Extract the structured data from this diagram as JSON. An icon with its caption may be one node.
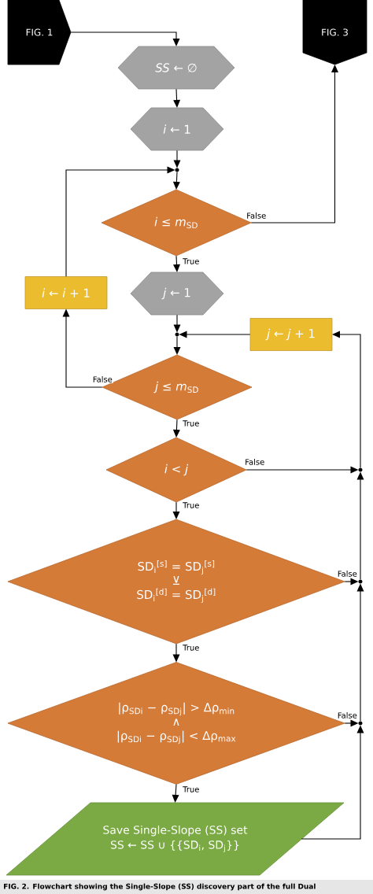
{
  "diagram": {
    "caption": "FIG. 2. Flowchart showing the Single-Slope (SS) discovery part of the full Dual",
    "nodes": [
      {
        "text": [
          "FIG. 1"
        ]
      },
      {
        "text": [
          "FIG. 3"
        ]
      },
      {
        "text": [
          "*SS* ← ∅"
        ]
      },
      {
        "text": [
          "*i* ← 1"
        ]
      },
      {
        "text": [],
        "shape": "circle"
      },
      {
        "text": [
          "*i* ≤ *m*$_{SD}$"
        ]
      },
      {
        "text": [
          "*j* ← 1"
        ]
      },
      {
        "text": [
          "*i* ← *i* + 1"
        ]
      },
      {
        "text": [],
        "shape": "circle"
      },
      {
        "text": [
          "*j* ← *j* + 1"
        ]
      },
      {
        "text": [
          "*j* ≤ *m*$_{SD}$"
        ]
      },
      {
        "text": [
          "*i* < *j*"
        ]
      },
      {
        "text": [],
        "shape": "circle"
      },
      {
        "text": [
          "SD$_{i}$$^{[s]}$ = SD$_{j}$$^{[s]}$",
          "⊻",
          "SD$_{i}$$^{[d]}$ = SD$_{j}$$^{[d]}$"
        ]
      },
      {
        "text": [],
        "shape": "circle"
      },
      {
        "text": [
          "|ρ$_{SDi}$ − ρ$_{SDj}$| > Δρ$_{min}$",
          "∧",
          "|ρ$_{SDi}$ − ρ$_{SDj}$| < Δρ$_{max}$"
        ]
      },
      {
        "text": [],
        "shape": "circle"
      },
      {
        "text": [
          "Save Single-Slope (SS) set",
          "SS ← SS ∪ {{SD$_{i}$, SD$_{j}$}}"
        ]
      }
    ],
    "edges": [
      {
        "from": 0,
        "to": 2,
        "arrow": "to"
      },
      {
        "from": 2,
        "to": 3,
        "arrow": "to"
      },
      {
        "from": 3,
        "to": 4,
        "arrow": "to"
      },
      {
        "from": 7,
        "to": 4,
        "arrow": "to"
      },
      {
        "from": 4,
        "to": 5,
        "arrow": "to"
      },
      {
        "from": 5,
        "to": 1,
        "arrow": "to",
        "label": "False"
      },
      {
        "from": 5,
        "to": 6,
        "arrow": "to",
        "label": "True"
      },
      {
        "from": 6,
        "to": 8,
        "arrow": "to"
      },
      {
        "from": 9,
        "to": 8,
        "arrow": "to"
      },
      {
        "from": 8,
        "to": 10,
        "arrow": "to"
      },
      {
        "from": 10,
        "to": 7,
        "arrow": "to",
        "label": "False"
      },
      {
        "from": 10,
        "to": 11,
        "arrow": "to",
        "label": "True"
      },
      {
        "from": 11,
        "to": 12,
        "arrow": "to",
        "label": "False"
      },
      {
        "from": 11,
        "to": 13,
        "arrow": "to",
        "label": "True"
      },
      {
        "from": 13,
        "to": 14,
        "arrow": "to",
        "label": "False"
      },
      {
        "from": 13,
        "to": 15,
        "arrow": "to",
        "label": "True"
      },
      {
        "from": 15,
        "to": 16,
        "arrow": "to",
        "label": "False"
      },
      {
        "from": 15,
        "to": 17,
        "arrow": "to",
        "label": "True"
      },
      {
        "from": 17,
        "to": 16,
        "arrow": "to"
      },
      {
        "from": 16,
        "to": 14,
        "arrow": "to"
      },
      {
        "from": 14,
        "to": 12,
        "arrow": "to"
      },
      {
        "from": 12,
        "to": 9,
        "arrow": "to"
      }
    ]
  }
}
